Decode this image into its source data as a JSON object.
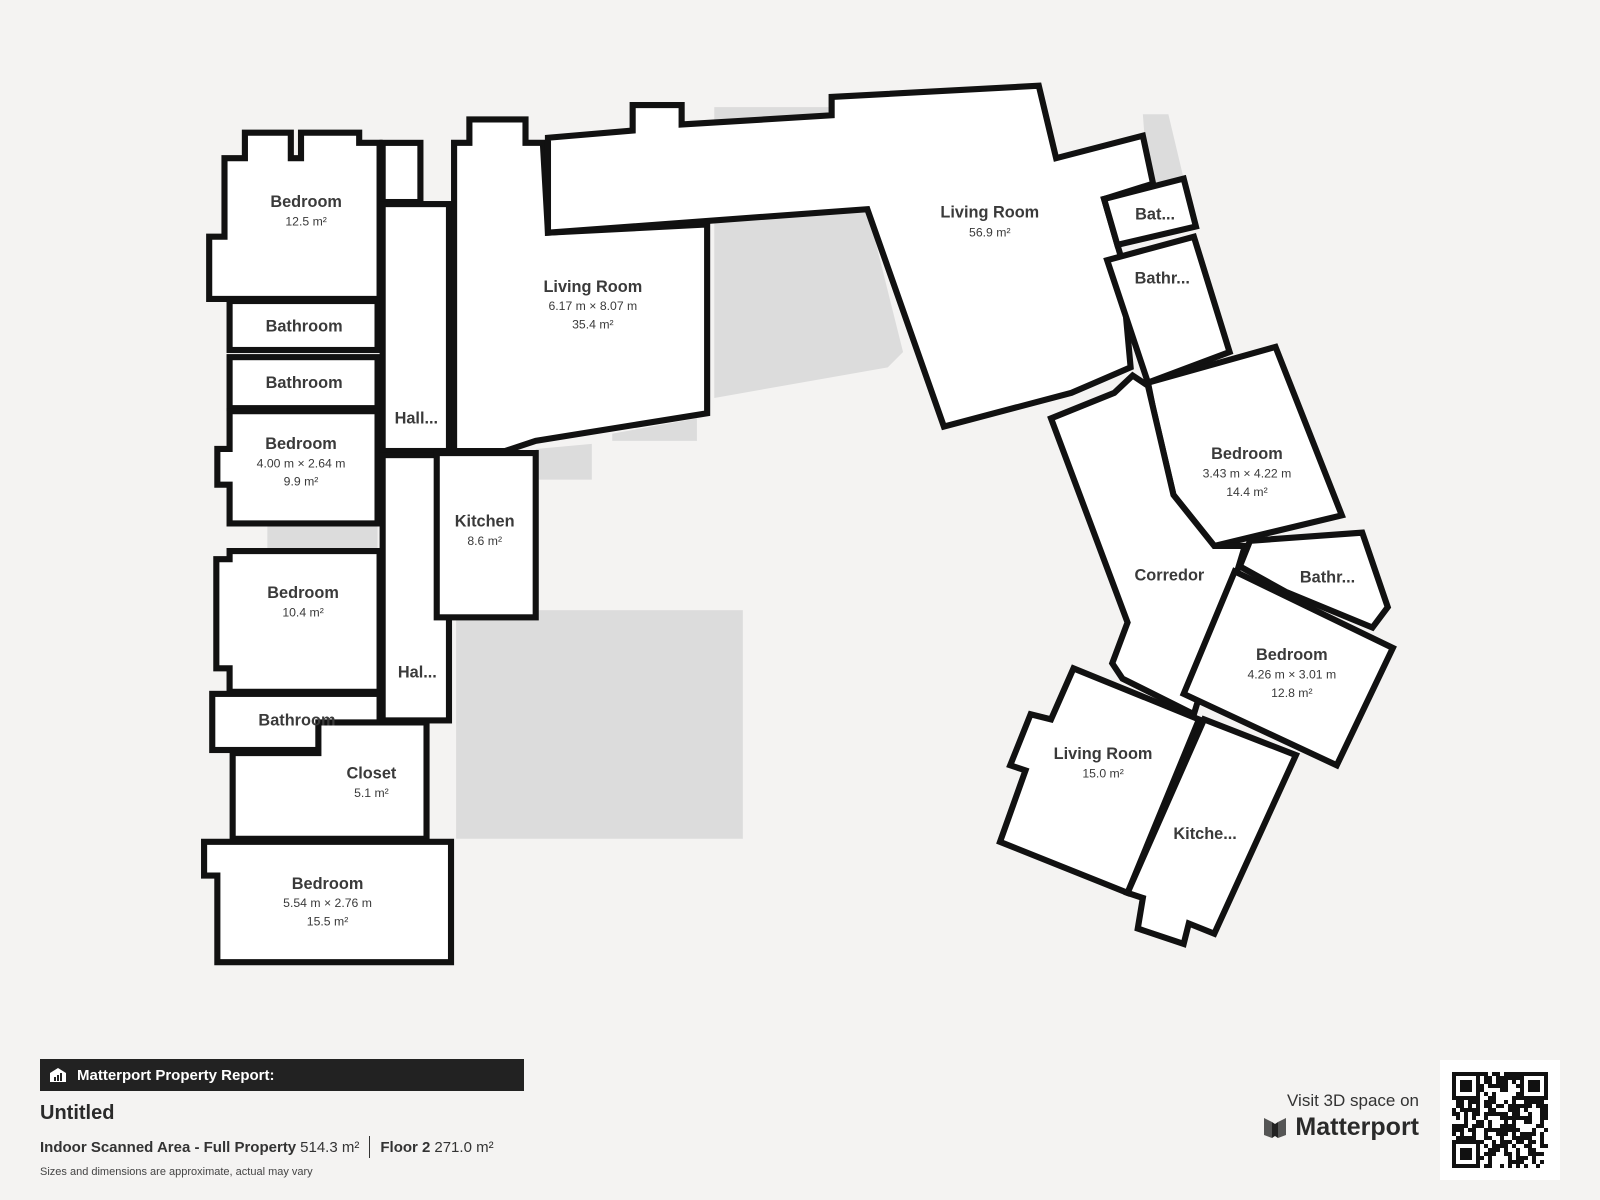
{
  "rooms": [
    {
      "name": "Bedroom",
      "area": "12.5 m²"
    },
    {
      "name": "Bathroom"
    },
    {
      "name": "Bathroom"
    },
    {
      "name": "Bedroom",
      "dims": "4.00 m × 2.64 m",
      "area": "9.9 m²"
    },
    {
      "name": "Bedroom",
      "area": "10.4 m²"
    },
    {
      "name": "Bathroom"
    },
    {
      "name": "Closet",
      "area": "5.1 m²"
    },
    {
      "name": "Bedroom",
      "dims": "5.54 m × 2.76 m",
      "area": "15.5 m²"
    },
    {
      "name": "Hall..."
    },
    {
      "name": "Hal..."
    },
    {
      "name": "Living Room",
      "dims": "6.17 m × 8.07 m",
      "area": "35.4 m²"
    },
    {
      "name": "Kitchen",
      "area": "8.6 m²"
    },
    {
      "name": "Living Room",
      "area": "56.9 m²"
    },
    {
      "name": "Bat..."
    },
    {
      "name": "Bathr..."
    },
    {
      "name": "Bedroom",
      "dims": "3.43 m × 4.22 m",
      "area": "14.4 m²"
    },
    {
      "name": "Corredor"
    },
    {
      "name": "Bathr..."
    },
    {
      "name": "Bedroom",
      "dims": "4.26 m × 3.01 m",
      "area": "12.8 m²"
    },
    {
      "name": "Living Room",
      "area": "15.0 m²"
    },
    {
      "name": "Kitche..."
    }
  ],
  "footer": {
    "report_label": "Matterport Property Report:",
    "title": "Untitled",
    "indoor_label": "Indoor Scanned Area - Full Property",
    "indoor_value": "514.3 m²",
    "floor_label": "Floor 2",
    "floor_value": "271.0 m²",
    "disclaimer": "Sizes and dimensions are approximate, actual may vary",
    "visit_text": "Visit 3D space on",
    "brand": "Matterport"
  },
  "colors": {
    "wall": "#111111",
    "background": "#f4f3f2",
    "shade": "#dcdcdc",
    "bar": "#222222"
  }
}
